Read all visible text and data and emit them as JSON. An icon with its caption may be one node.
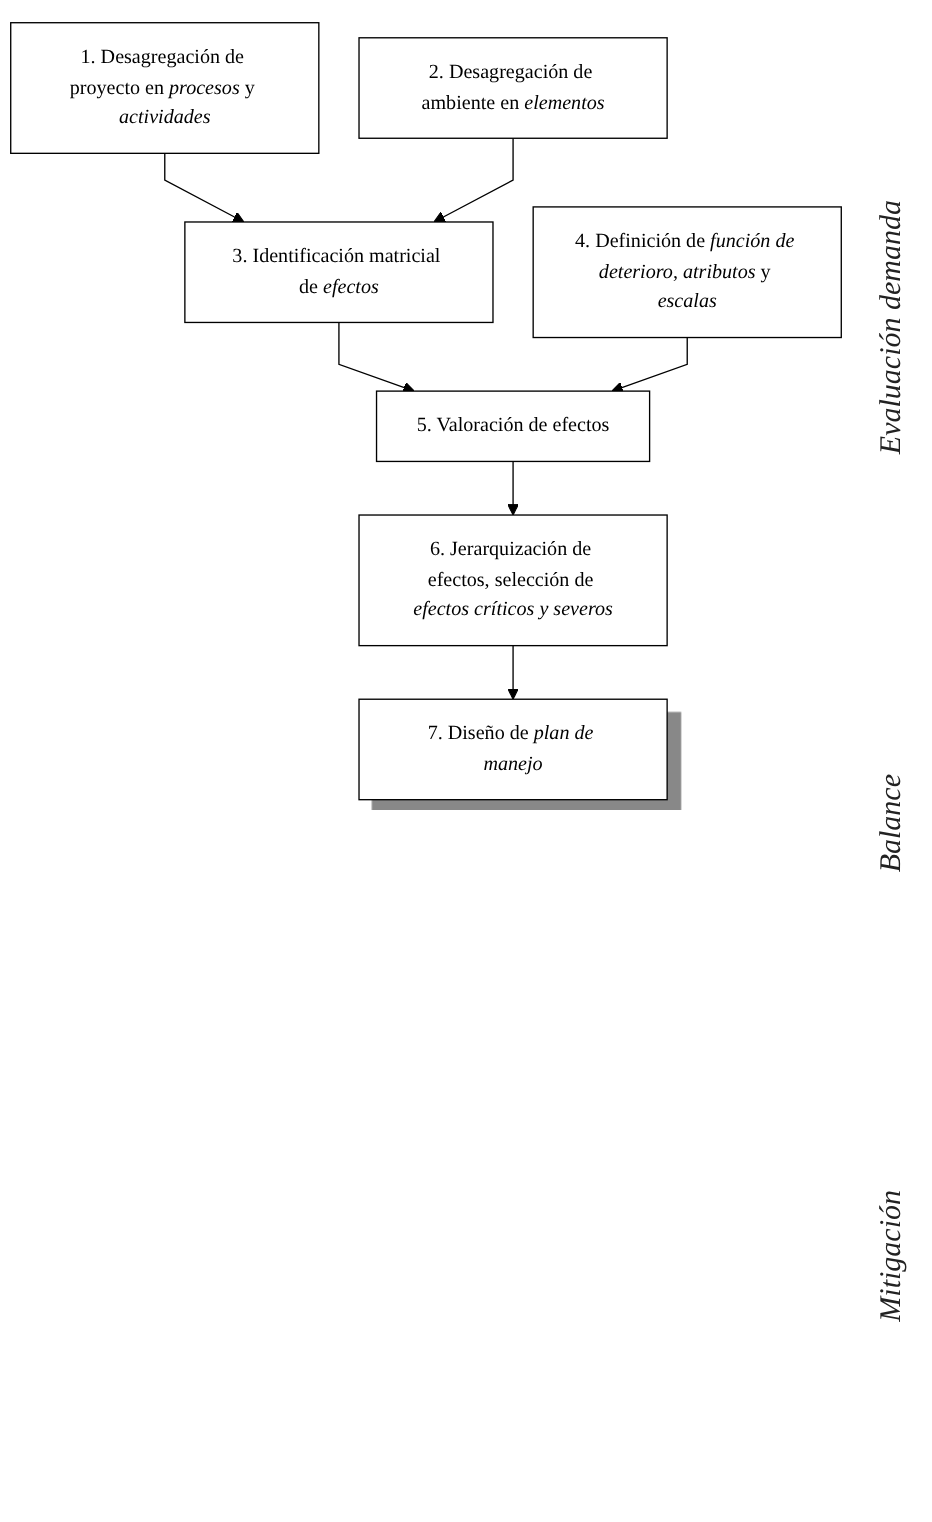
{
  "diagram": {
    "nodes": [
      {
        "text": [
          "1. Desagregación de proyecto en *procesos* y *actividades*"
        ]
      },
      {
        "text": [
          "2. Desagregación de ambiente en *elementos*"
        ]
      },
      {
        "text": [
          "3. Identificación matricial de *efectos*"
        ]
      },
      {
        "text": [
          "4. Definición de *función de deterioro*, *atributos* y *escalas*"
        ]
      },
      {
        "text": [
          "5. Valoración de efectos"
        ]
      },
      {
        "text": [
          "6. Jerarquización de efectos, selección de *efectos críticos y severos*"
        ]
      },
      {
        "text": [
          "7. Diseño de *plan de manejo*"
        ]
      }
    ],
    "edges": [
      {
        "from": 0,
        "to": 2,
        "arrow": "to"
      },
      {
        "from": 1,
        "to": 2,
        "arrow": "to"
      },
      {
        "from": 2,
        "to": 4,
        "arrow": "to"
      },
      {
        "from": 3,
        "to": 4,
        "arrow": "to"
      },
      {
        "from": 4,
        "to": 5,
        "arrow": "to"
      },
      {
        "from": 5,
        "to": 6,
        "arrow": "to"
      }
    ],
    "labels": [
      "Evaluación demanda",
      "Balance",
      "Mitigación"
    ]
  }
}
